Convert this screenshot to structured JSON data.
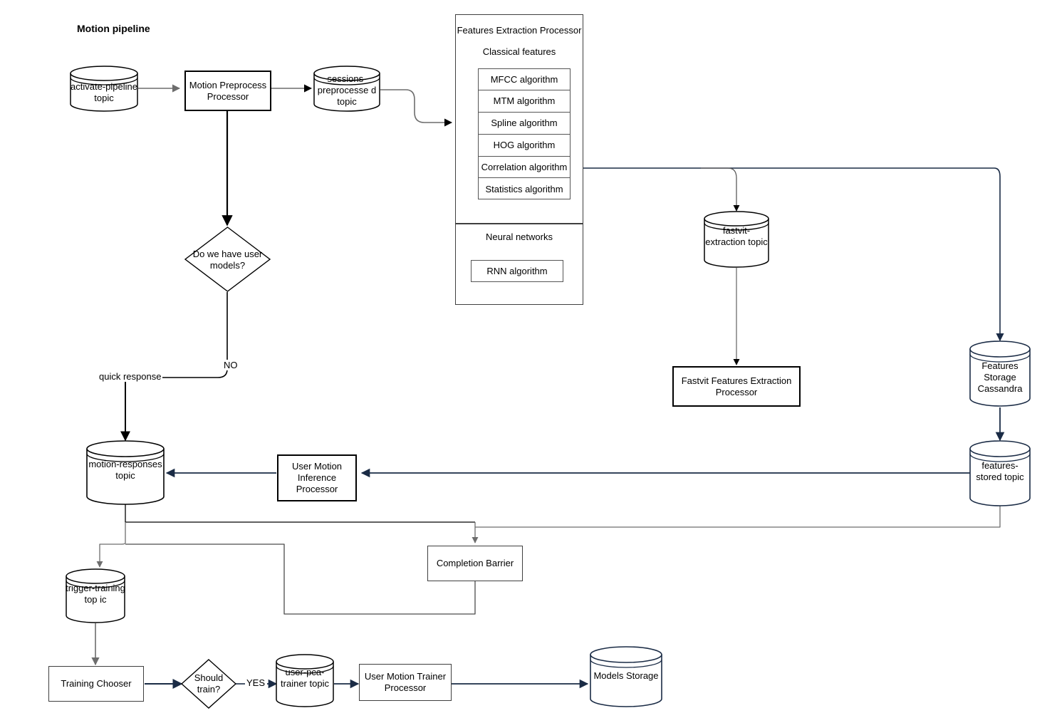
{
  "diagram": {
    "title": "Motion pipeline",
    "colors": {
      "stroke_dark": "#1a2b45",
      "stroke_gray": "#6d6d6d",
      "stroke_black": "#000000",
      "background": "#ffffff"
    }
  },
  "nodes": {
    "activate_pipeline_topic": {
      "label": "activate-pipeline topic",
      "type": "cylinder"
    },
    "motion_preprocess_processor": {
      "label": "Motion Preprocess Processor",
      "type": "process"
    },
    "sessions_preprocessed_topic": {
      "label": "sessions-preprocesse d topic",
      "type": "cylinder"
    },
    "features_extraction_processor": {
      "label": "Features Extraction Processor",
      "type": "group"
    },
    "classical_features": {
      "label": "Classical features",
      "type": "group-section"
    },
    "neural_networks": {
      "label": "Neural networks",
      "type": "group-section"
    },
    "do_we_have_user_models": {
      "label": "Do we have user models?",
      "type": "decision"
    },
    "fastvit_extraction_topic": {
      "label": "fastvit-extraction topic",
      "type": "cylinder"
    },
    "fastvit_features_extraction_processor": {
      "label": "Fastvit Features Extraction Processor",
      "type": "process"
    },
    "features_storage_cassandra": {
      "label": "Features Storage Cassandra",
      "type": "cylinder"
    },
    "features_stored_topic": {
      "label": "features-stored topic",
      "type": "cylinder"
    },
    "motion_responses_topic": {
      "label": "motion-responses topic",
      "type": "cylinder"
    },
    "user_motion_inference_processor": {
      "label": "User Motion Inference Processor",
      "type": "process"
    },
    "completion_barrier": {
      "label": "Completion Barrier",
      "type": "process"
    },
    "trigger_training_topic": {
      "label": "trigger-training top ic",
      "type": "cylinder"
    },
    "training_chooser": {
      "label": "Training Chooser",
      "type": "process"
    },
    "should_train": {
      "label": "Should train?",
      "type": "decision"
    },
    "user_pca_trainer_topic": {
      "label": "user-pca-trainer topic",
      "type": "cylinder"
    },
    "user_motion_trainer_processor": {
      "label": "User Motion Trainer Processor",
      "type": "process"
    },
    "models_storage": {
      "label": "Models Storage",
      "type": "cylinder"
    }
  },
  "algorithms": {
    "classical": [
      {
        "label": "MFCC algorithm"
      },
      {
        "label": "MTM algorithm"
      },
      {
        "label": "Spline algorithm"
      },
      {
        "label": "HOG algorithm"
      },
      {
        "label": "Correlation algorithm"
      },
      {
        "label": "Statistics algorithm"
      }
    ],
    "neural": [
      {
        "label": "RNN algorithm"
      }
    ]
  },
  "edge_labels": {
    "no": "NO",
    "quick_response": "quick response",
    "yes": "YES"
  }
}
